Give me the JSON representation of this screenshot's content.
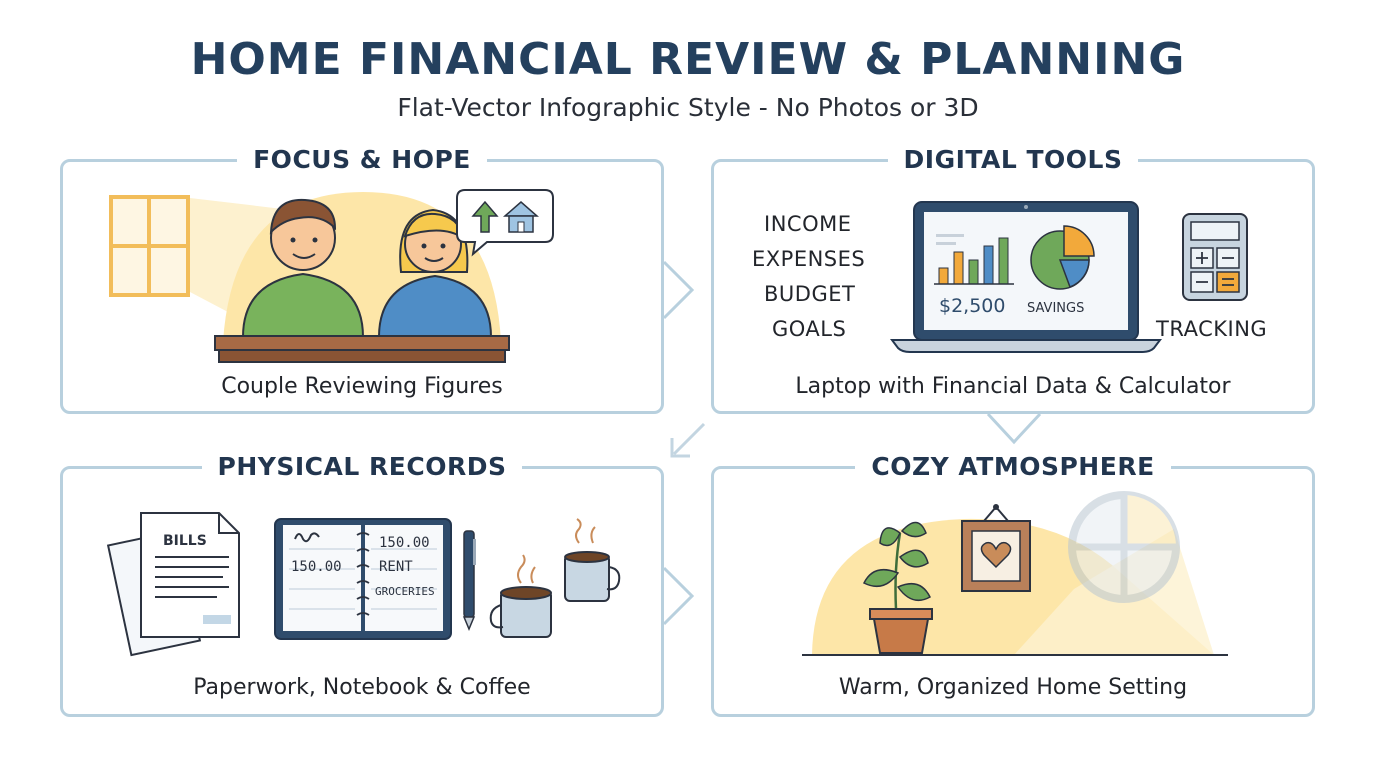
{
  "header": {
    "title": "HOME FINANCIAL REVIEW & PLANNING",
    "subtitle": "Flat-Vector Infographic Style - No Photos or 3D"
  },
  "panels": [
    {
      "heading": "FOCUS & HOPE",
      "caption": "Couple Reviewing Figures"
    },
    {
      "heading": "DIGITAL TOOLS",
      "caption": "Laptop with Financial Data & Calculator",
      "list_items": [
        "INCOME",
        "EXPENSES",
        "BUDGET",
        "GOALS"
      ],
      "screen_amount": "$2,500",
      "screen_label": "SAVINGS",
      "side_label": "TRACKING"
    },
    {
      "heading": "PHYSICAL RECORDS",
      "caption": "Paperwork, Notebook & Coffee",
      "document_label": "BILLS",
      "notebook_left": "150.00",
      "notebook_right": [
        "150.00",
        "RENT",
        "GROCERIES"
      ]
    },
    {
      "heading": "COZY ATMOSPHERE",
      "caption": "Warm, Organized Home Setting"
    }
  ],
  "colors": {
    "navy": "#24405e",
    "border": "#b8d0de",
    "green": "#6fa85a",
    "blue": "#4f8dc6",
    "orange": "#f2a93b",
    "warm": "#fde6a8"
  }
}
